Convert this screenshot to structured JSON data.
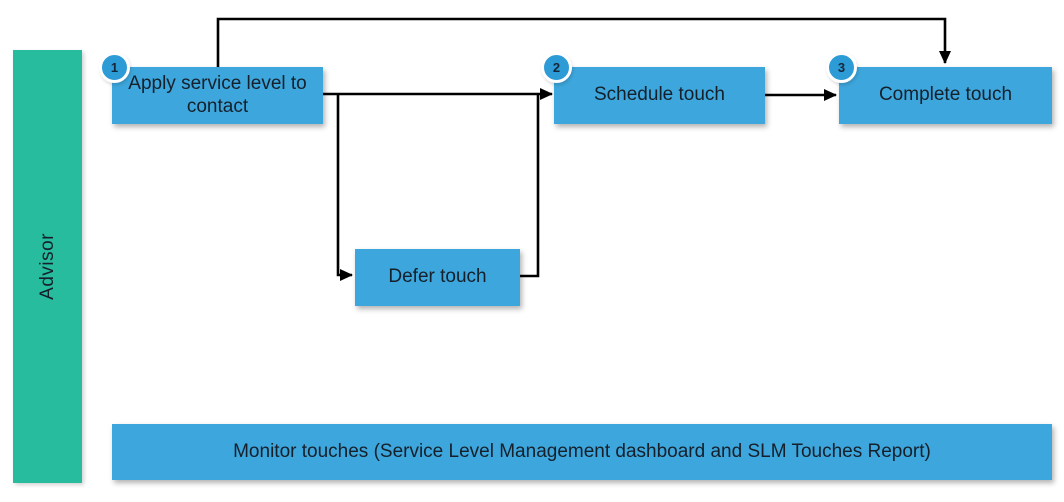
{
  "lane": {
    "label": "Advisor"
  },
  "nodes": {
    "apply": {
      "step": "1",
      "label": "Apply service level to contact"
    },
    "schedule": {
      "step": "2",
      "label": "Schedule touch"
    },
    "complete": {
      "step": "3",
      "label": "Complete touch"
    },
    "defer": {
      "label": "Defer touch"
    },
    "monitor": {
      "label": "Monitor touches (Service Level Management dashboard and SLM Touches Report)"
    }
  },
  "edges": [
    {
      "from": "apply",
      "to": "schedule"
    },
    {
      "from": "apply",
      "to": "defer"
    },
    {
      "from": "defer",
      "to": "schedule"
    },
    {
      "from": "schedule",
      "to": "complete"
    },
    {
      "from": "apply",
      "to": "complete",
      "route": "top"
    }
  ],
  "colors": {
    "node_fill": "#3DA6DC",
    "badge_fill": "#2D9BD5",
    "lane_fill": "#27BC9D",
    "connector": "#000000",
    "label_text": "#15202B"
  }
}
